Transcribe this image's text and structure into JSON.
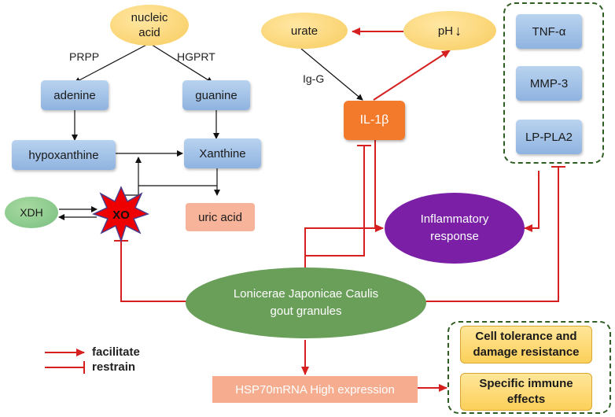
{
  "nodes": {
    "nucleic_acid": "nucleic acid",
    "adenine": "adenine",
    "guanine": "guanine",
    "hypoxanthine": "hypoxanthine",
    "xanthine": "Xanthine",
    "xdh": "XDH",
    "xo": "XO",
    "uric_acid": "uric acid",
    "urate": "urate",
    "ph": "pH",
    "il1b": "IL-1β",
    "tnf": "TNF-α",
    "mmp3": "MMP-3",
    "lppla2": "LP-PLA2",
    "inflammatory": "Inflammatory response",
    "lonicerae": "Lonicerae Japonicae Caulis gout granules",
    "hsp70": "HSP70mRNA High expression",
    "cell_tolerance": "Cell tolerance and damage resistance",
    "immune": "Specific immune effects"
  },
  "edge_labels": {
    "prpp": "PRPP",
    "hgprt": "HGPRT",
    "igg": "Ig-G",
    "ph_arrow": "↓"
  },
  "legend": {
    "facilitate": "facilitate",
    "restrain": "restrain"
  },
  "colors": {
    "arrow_red": "#d62020",
    "arrow_black": "#111111",
    "dashed_border": "#2f5e22"
  }
}
